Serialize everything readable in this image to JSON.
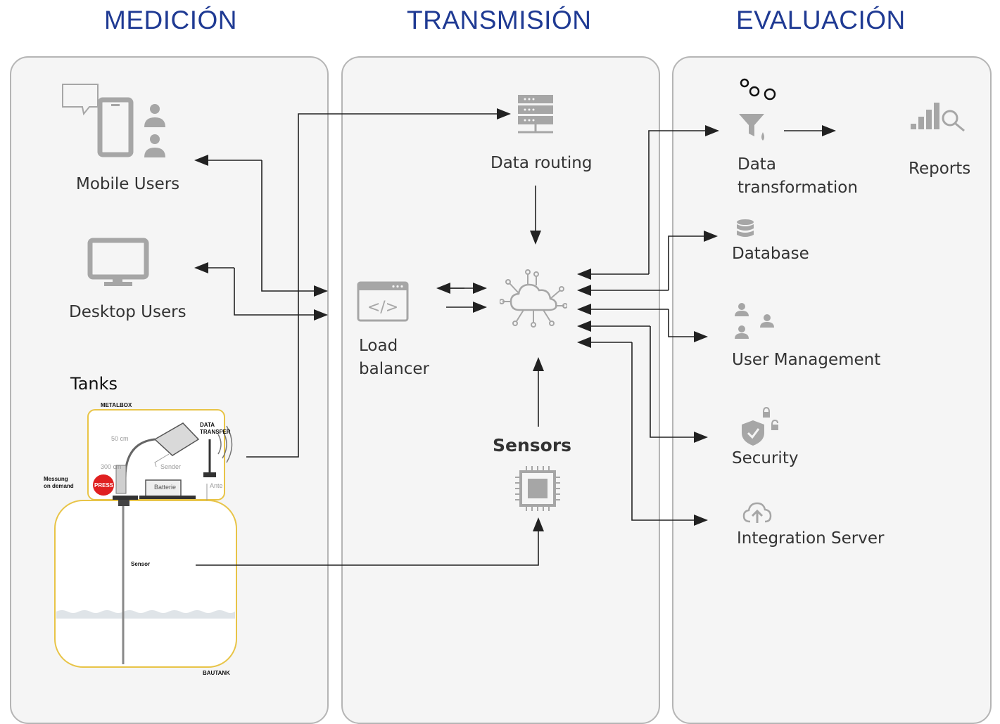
{
  "sections": {
    "measurement": "MEDICIÓN",
    "transmission": "TRANSMISIÓN",
    "evaluation": "EVALUACIÓN"
  },
  "measurement": {
    "mobile_users": "Mobile Users",
    "desktop_users": "Desktop Users",
    "tanks": "Tanks",
    "tank_diagram": {
      "metalbox": "METALBOX",
      "data_transfer_1": "DATA",
      "data_transfer_2": "TRANSFER",
      "cm50": "50 cm",
      "cm300": "300 cm",
      "sender": "Sender",
      "antenna": "Ante",
      "battery": "Batterie",
      "measure_1": "Messung",
      "measure_2": "on demand",
      "press": "PRESS",
      "sensor": "Sensor",
      "bautank": "BAUTANK"
    }
  },
  "transmission": {
    "data_routing": "Data routing",
    "load_balancer_1": "Load",
    "load_balancer_2": "balancer",
    "sensors": "Sensors"
  },
  "evaluation": {
    "data_transformation_1": "Data",
    "data_transformation_2": "transformation",
    "reports": "Reports",
    "database": "Database",
    "user_management": "User Management",
    "security": "Security",
    "integration_server": "Integration Server"
  },
  "colors": {
    "title": "#1f3a93",
    "panel_bg": "#f5f5f5",
    "panel_border": "#b5b5b5",
    "icon_gray": "#a6a6a6",
    "arrow": "#222222",
    "tank_outline": "#e8c447",
    "press_red": "#e02020"
  },
  "icons": [
    "chat-bubble-icon",
    "tablet-icon",
    "user-icon",
    "monitor-icon",
    "server-icon",
    "code-window-icon",
    "cloud-network-icon",
    "chip-icon",
    "circles-icon",
    "filter-icon",
    "bar-chart-search-icon",
    "database-icon",
    "users-icon",
    "shield-lock-icon",
    "cloud-upload-icon"
  ]
}
